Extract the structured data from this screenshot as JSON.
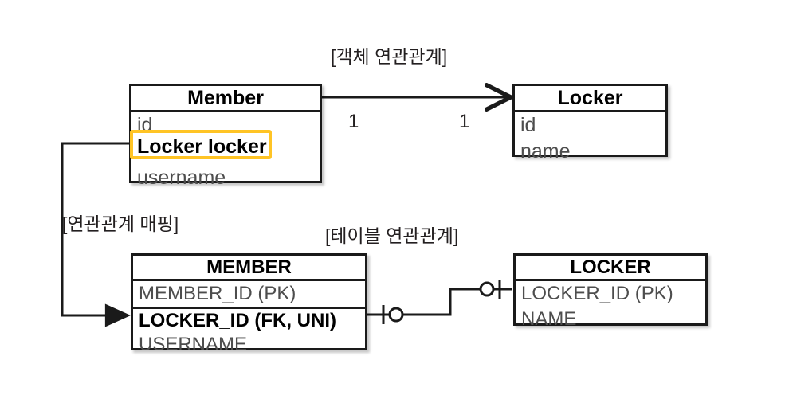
{
  "diagram": {
    "type": "er-object-mapping-diagram",
    "captions": {
      "object_relation": "[객체 연관관계]",
      "relation_mapping": "[연관관계 매핑]",
      "table_relation": "[테이블 연관관계]"
    },
    "colors": {
      "highlight": "#ffc425",
      "box_border": "#1a1a1a",
      "field_text": "#4d4d4d",
      "caption_text": "#231f20",
      "background": "#ffffff"
    },
    "object_model": {
      "member": {
        "title": "Member",
        "fields": [
          {
            "label": "id",
            "highlighted": false
          },
          {
            "label": "Locker locker",
            "highlighted": true
          },
          {
            "label": "username",
            "highlighted": false
          }
        ]
      },
      "locker": {
        "title": "Locker",
        "fields": [
          {
            "label": "id",
            "highlighted": false
          },
          {
            "label": "name",
            "highlighted": false
          }
        ]
      },
      "association": {
        "source_multiplicity": "1",
        "target_multiplicity": "1",
        "direction": "Member -> Locker",
        "arrow": "open-arrow"
      }
    },
    "table_model": {
      "member": {
        "title": "MEMBER",
        "fields": [
          {
            "label": "MEMBER_ID (PK)",
            "key": true,
            "divider_after": true
          },
          {
            "label": "LOCKER_ID (FK, UNI)",
            "foreign_key": true
          },
          {
            "label": "USERNAME",
            "foreign_key": false
          }
        ]
      },
      "locker": {
        "title": "LOCKER",
        "fields": [
          {
            "label": "LOCKER_ID (PK)",
            "key": true
          },
          {
            "label": "NAME",
            "key": false
          }
        ]
      },
      "association": {
        "notation": "crows-foot-one-to-one",
        "left_end": "one-and-only-one",
        "right_end": "one-and-only-one"
      }
    },
    "mapping_link": {
      "from": "Member.Locker locker",
      "to": "MEMBER.LOCKER_ID (FK, UNI)",
      "arrow": "solid-arrow"
    }
  }
}
